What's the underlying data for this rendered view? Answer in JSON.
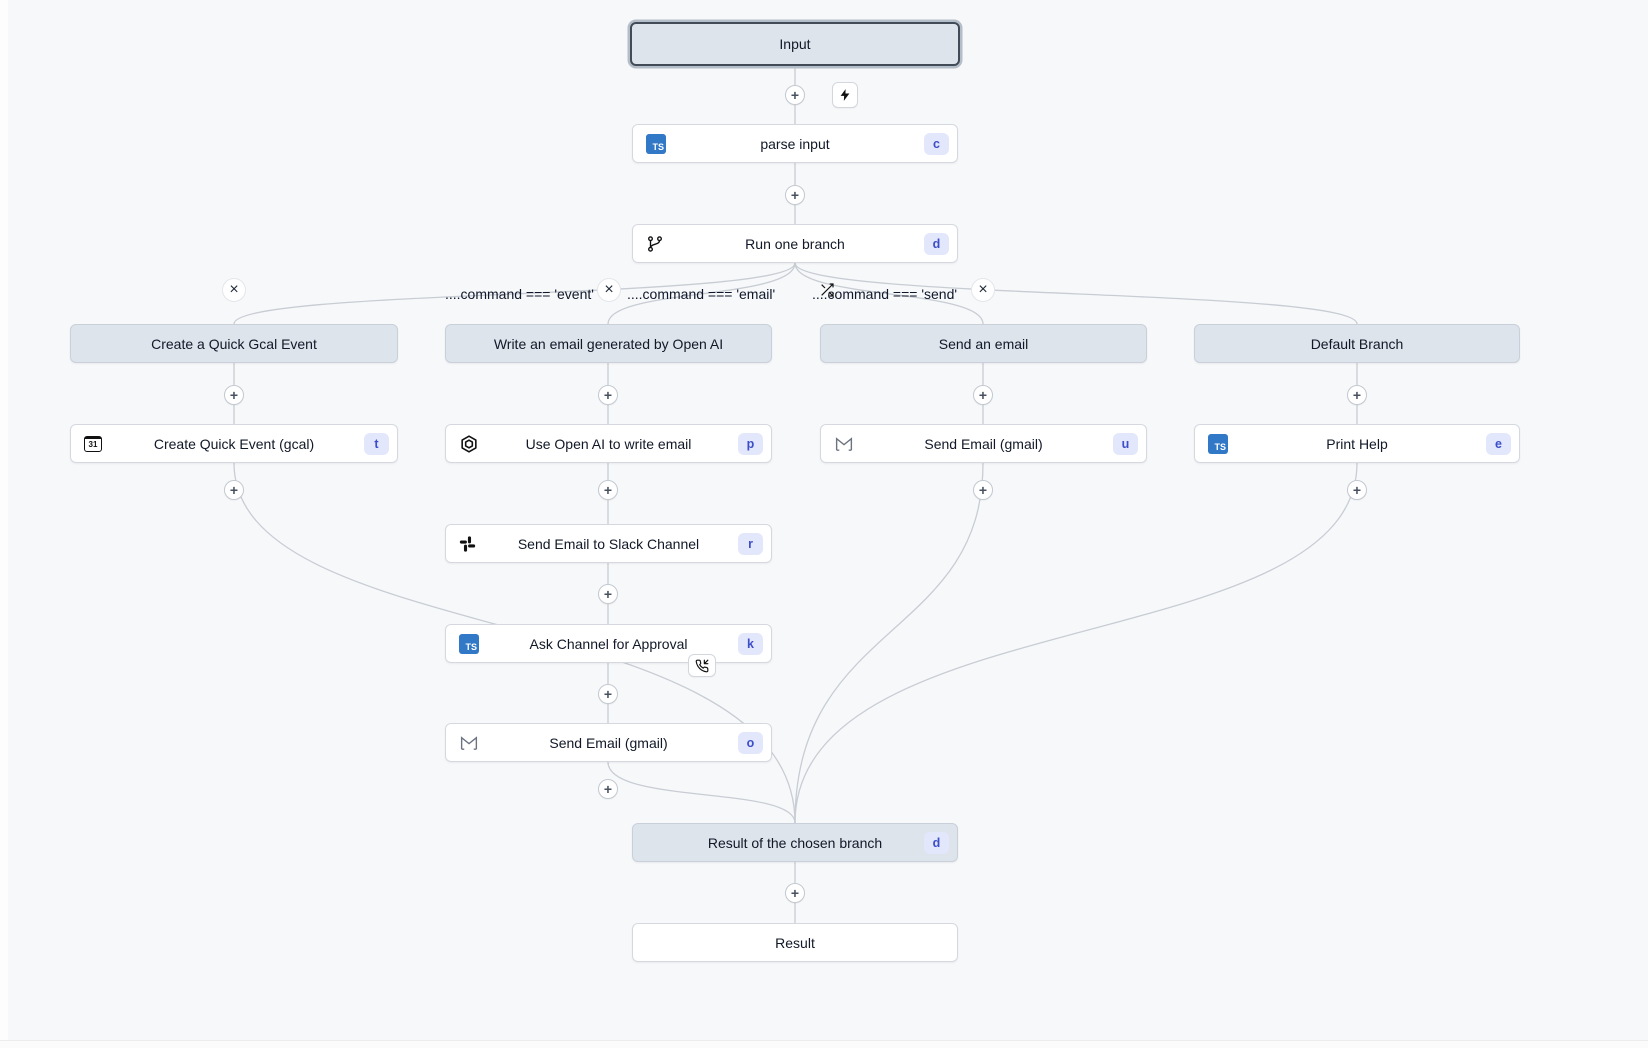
{
  "icons": {
    "plus": "+",
    "close": "×",
    "ts": "TS",
    "calendar_text": "31"
  },
  "flow": {
    "input": {
      "label": "Input"
    },
    "parse_input": {
      "label": "parse input",
      "badge": "c"
    },
    "run_one_branch": {
      "label": "Run one branch",
      "badge": "d"
    },
    "edge_labels": [
      "....command === 'event'",
      "....command === 'email'",
      "....command === 'send'"
    ],
    "branches": [
      {
        "header": "Create a Quick Gcal Event",
        "steps": [
          {
            "label": "Create Quick Event (gcal)",
            "badge": "t"
          }
        ]
      },
      {
        "header": "Write an email generated by Open AI",
        "steps": [
          {
            "label": "Use Open AI to write email",
            "badge": "p"
          },
          {
            "label": "Send Email to Slack Channel",
            "badge": "r"
          },
          {
            "label": "Ask Channel for Approval",
            "badge": "k"
          },
          {
            "label": "Send Email (gmail)",
            "badge": "o"
          }
        ]
      },
      {
        "header": "Send an email",
        "steps": [
          {
            "label": "Send Email (gmail)",
            "badge": "u"
          }
        ]
      },
      {
        "header": "Default Branch",
        "steps": [
          {
            "label": "Print Help",
            "badge": "e"
          }
        ]
      }
    ],
    "result_branch": {
      "label": "Result of the chosen branch",
      "badge": "d"
    },
    "result": {
      "label": "Result"
    }
  }
}
